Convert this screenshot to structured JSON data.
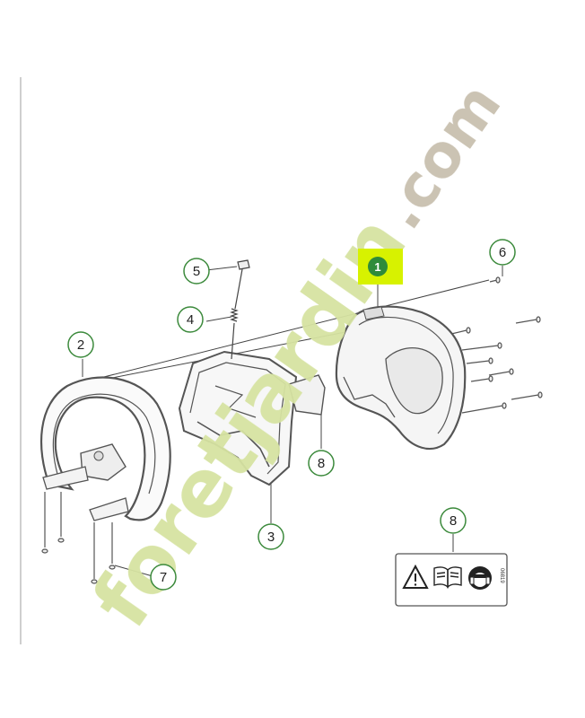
{
  "callouts": [
    {
      "id": "c1",
      "label": "1",
      "highlighted": true
    },
    {
      "id": "c2",
      "label": "2"
    },
    {
      "id": "c3",
      "label": "3"
    },
    {
      "id": "c4",
      "label": "4"
    },
    {
      "id": "c5",
      "label": "5"
    },
    {
      "id": "c6",
      "label": "6"
    },
    {
      "id": "c7",
      "label": "7"
    },
    {
      "id": "c8a",
      "label": "8"
    },
    {
      "id": "c8b",
      "label": "8"
    }
  ],
  "warning_label": {
    "icons": [
      "warning-triangle-icon",
      "manual-book-icon",
      "ear-eye-protection-icon"
    ],
    "code": "06819"
  },
  "watermark": {
    "text": "foretjardin.com",
    "colors": {
      "main": "#d5e3a0",
      "accent": "#f0c27a",
      "dotcom": "#c8bfae"
    }
  },
  "colors": {
    "callout_ring": "#3c8a3c",
    "highlight": "#d7f200",
    "badge": "#2e8b3a",
    "line": "#333333"
  }
}
